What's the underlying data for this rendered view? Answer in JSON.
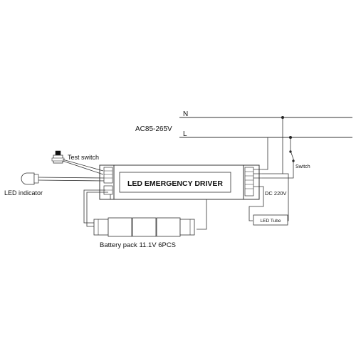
{
  "supply": {
    "voltage_label": "AC85-265V",
    "neutral_label": "N",
    "live_label": "L"
  },
  "driver": {
    "title": "LED EMERGENCY DRIVER"
  },
  "components": {
    "test_switch_label": "Test switch",
    "led_indicator_label": "LED indicator",
    "switch_label": "Switch",
    "dc_label": "DC 220V",
    "led_tube_label": "LED Tube",
    "battery_label": "Battery pack 11.1V  6PCS"
  },
  "colors": {
    "line": "#333333",
    "text": "#111111",
    "background": "#ffffff"
  }
}
